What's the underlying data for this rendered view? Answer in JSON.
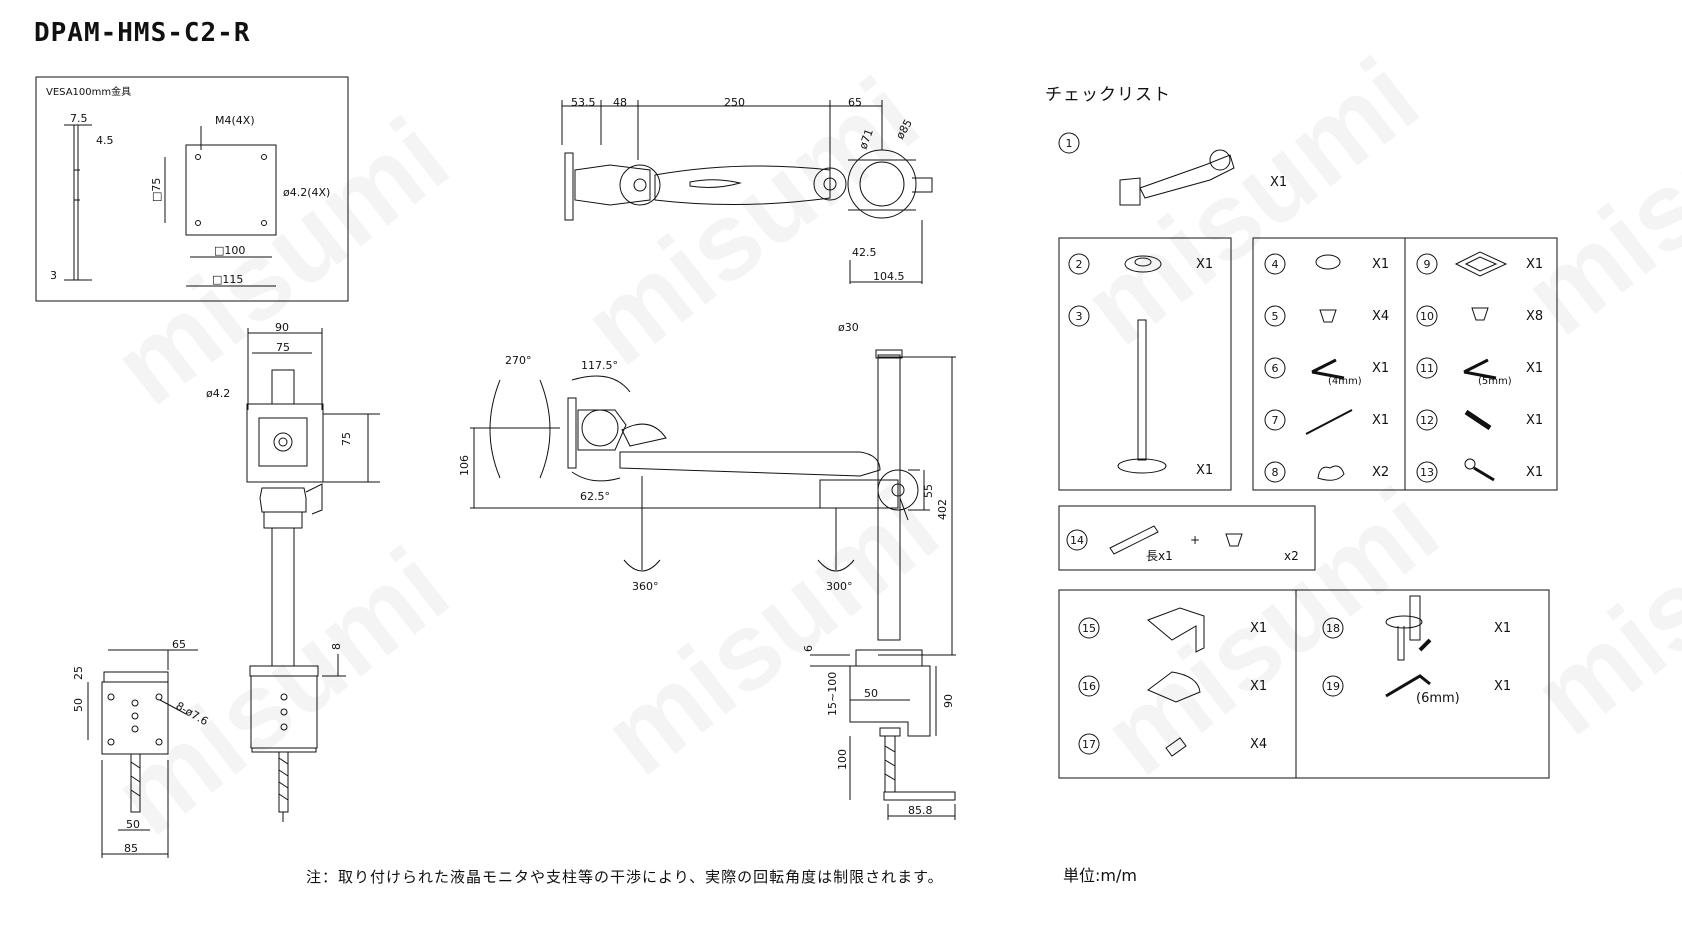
{
  "title": "DPAM-HMS-C2-R",
  "vesa": {
    "heading": "VESA100mm金具",
    "dims": [
      "7.5",
      "4.5",
      "M4(4X)",
      "□75",
      "ø4.2(4X)",
      "□100",
      "□115",
      "3"
    ]
  },
  "top_view": {
    "dims": [
      "53.5",
      "48",
      "250",
      "65",
      "ø71",
      "ø85",
      "42.5",
      "104.5"
    ]
  },
  "front_view": {
    "dims": [
      "90",
      "75",
      "ø4.2",
      "75",
      "8"
    ]
  },
  "base_view": {
    "dims": [
      "65",
      "25",
      "50",
      "8-ø7.6",
      "50",
      "85"
    ]
  },
  "side_view": {
    "dims": [
      "ø30",
      "270°",
      "117.5°",
      "106",
      "62.5°",
      "55",
      "402",
      "360°",
      "300°",
      "6",
      "15~100",
      "50",
      "90",
      "100",
      "85.8"
    ]
  },
  "checklist": {
    "title": "チェックリスト",
    "items": [
      {
        "num": "1",
        "qty": "X1"
      },
      {
        "num": "2",
        "qty": "X1"
      },
      {
        "num": "3",
        "qty": "X1"
      },
      {
        "num": "4",
        "qty": "X1"
      },
      {
        "num": "5",
        "qty": "X4"
      },
      {
        "num": "6",
        "qty": "X1",
        "label": "(4mm)"
      },
      {
        "num": "7",
        "qty": "X1"
      },
      {
        "num": "8",
        "qty": "X2"
      },
      {
        "num": "9",
        "qty": "X1"
      },
      {
        "num": "10",
        "qty": "X8"
      },
      {
        "num": "11",
        "qty": "X1",
        "label": "(5mm)"
      },
      {
        "num": "12",
        "qty": "X1"
      },
      {
        "num": "13",
        "qty": "X1"
      },
      {
        "num": "14",
        "qty": "長x1",
        "plus": "+",
        "qty2": "x2"
      },
      {
        "num": "15",
        "qty": "X1"
      },
      {
        "num": "16",
        "qty": "X1"
      },
      {
        "num": "17",
        "qty": "X4"
      },
      {
        "num": "18",
        "qty": "X1"
      },
      {
        "num": "19",
        "qty": "X1",
        "label": "(6mm)"
      }
    ]
  },
  "note": "注：取り付けられた液晶モニタや支柱等の干渉により、実際の回転角度は制限されます。",
  "unit": "単位:m/m",
  "watermark": "misumi"
}
